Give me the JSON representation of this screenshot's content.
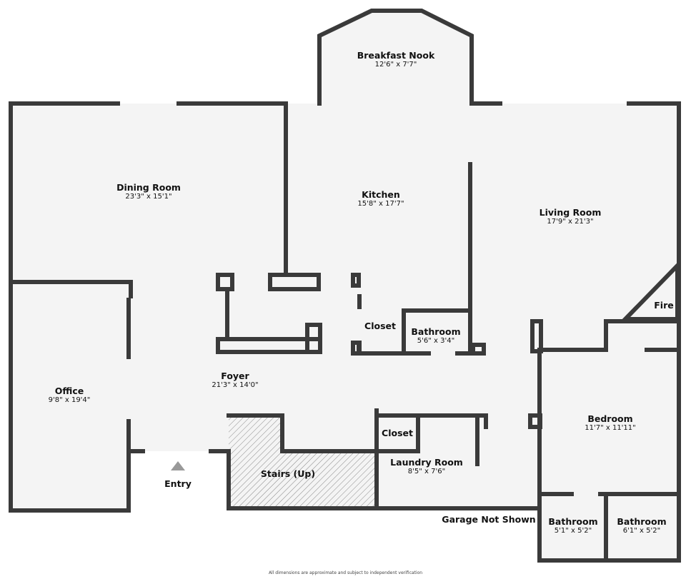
{
  "rooms": [
    {
      "name": "Breakfast Nook",
      "dim": "12'6\" x 7'7\""
    },
    {
      "name": "Dining Room",
      "dim": "23'3\" x 15'1\""
    },
    {
      "name": "Kitchen",
      "dim": "15'8\" x 17'7\""
    },
    {
      "name": "Living Room",
      "dim": "17'9\" x 21'3\""
    },
    {
      "name": "Closet",
      "dim": ""
    },
    {
      "name": "Bathroom",
      "dim": "5'6\" x 3'4\""
    },
    {
      "name": "Fire",
      "dim": ""
    },
    {
      "name": "Foyer",
      "dim": "21'3\" x 14'0\""
    },
    {
      "name": "Office",
      "dim": "9'8\" x 19'4\""
    },
    {
      "name": "Bedroom",
      "dim": "11'7\" x 11'11\""
    },
    {
      "name": "Closet",
      "dim": ""
    },
    {
      "name": "Stairs (Up)",
      "dim": ""
    },
    {
      "name": "Laundry Room",
      "dim": "8'5\" x 7'6\""
    },
    {
      "name": "Bathroom",
      "dim": "5'1\" x 5'2\""
    },
    {
      "name": "Bathroom",
      "dim": "6'1\" x 5'2\""
    }
  ],
  "entry": "Entry",
  "garage": "Garage Not Shown",
  "disclaimer": "All dimensions are approximate and subject to independent verification",
  "colors": {
    "wall": "#3a3a3a",
    "floor": "#f4f4f4"
  }
}
